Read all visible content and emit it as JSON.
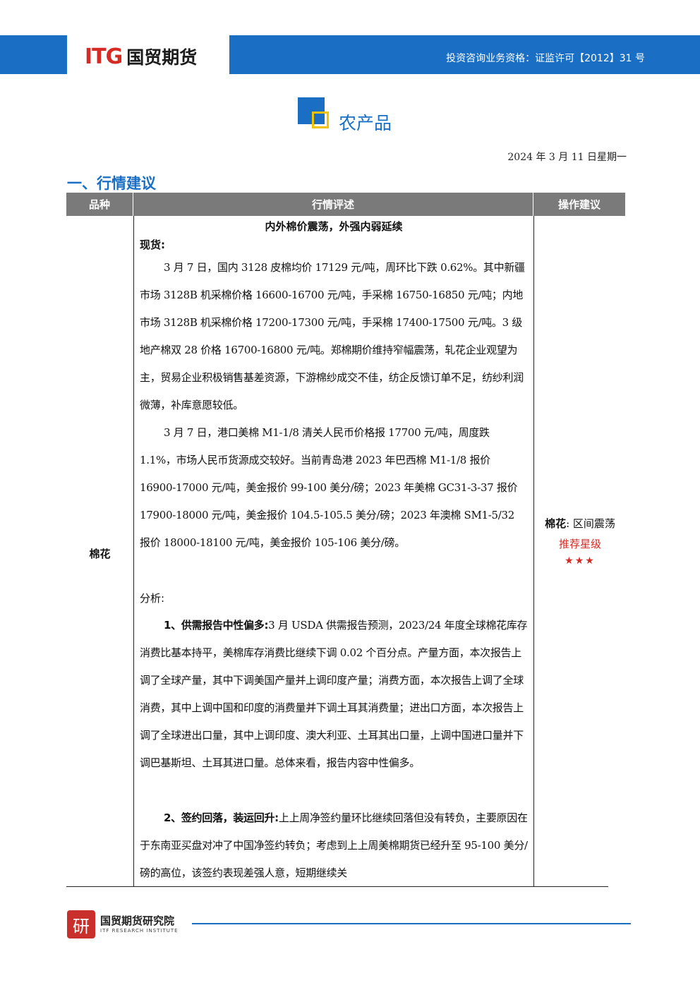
{
  "header": {
    "logo_itg": "ITG",
    "logo_cn": "国贸期货",
    "license": "投资咨询业务资格：证监许可【2012】31 号"
  },
  "section": {
    "title": "农产品"
  },
  "date": "2024 年 3 月 11 日星期一",
  "heading": "一、行情建议",
  "table": {
    "headers": [
      "品种",
      "行情评述",
      "操作建议"
    ],
    "variety": "棉花",
    "title": "内外棉价震荡，外强内弱延续",
    "spot_label": "现货:",
    "spot_p1": "3 月 7 日，国内 3128 皮棉均价 17129 元/吨，周环比下跌 0.62%。其中新疆市场 3128B 机采棉价格 16600-16700 元/吨，手采棉 16750-16850 元/吨；内地市场 3128B 机采棉价格 17200-17300 元/吨，手采棉 17400-17500 元/吨。3 级地产棉双 28 价格 16700-16800 元/吨。郑棉期价维持窄幅震荡，轧花企业观望为主，贸易企业积极销售基差资源，下游棉纱成交不佳，纺企反馈订单不足，纺纱利润微薄，补库意愿较低。",
    "spot_p2": "3 月 7 日，港口美棉 M1-1/8 清关人民币价格报 17700 元/吨，周度跌 1.1%，市场人民币货源成交较好。当前青岛港 2023 年巴西棉 M1-1/8 报价 16900-17000 元/吨，美金报价 99-100 美分/磅；2023 年美棉 GC31-3-37 报价 17900-18000 元/吨，美金报价 104.5-105.5 美分/磅；2023 年澳棉 SM1-5/32 报价 18000-18100 元/吨，美金报价 105-106 美分/磅。",
    "analysis_label": "分析:",
    "a1_title": "1、供需报告中性偏多:",
    "a1_text": "3 月 USDA 供需报告预测，2023/24 年度全球棉花库存消费比基本持平，美棉库存消费比继续下调 0.02 个百分点。产量方面，本次报告上调了全球产量，其中下调美国产量并上调印度产量；消费方面，本次报告上调了全球消费，其中上调中国和印度的消费量并下调土耳其消费量；进出口方面，本次报告上调了全球进出口量，其中上调印度、澳大利亚、土耳其出口量，上调中国进口量并下调巴基斯坦、土耳其进口量。总体来看，报告内容中性偏多。",
    "a2_title": "2、签约回落，装运回升:",
    "a2_text": "上上周净签约量环比继续回落但没有转负，主要原因在于东南亚买盘对冲了中国净签约转负；考虑到上上周美棉期货已经升至 95-100 美分/磅的高位，该签约表现差强人意，短期继续关",
    "advice_variety": "棉花",
    "advice_text": ": 区间震荡",
    "star_label": "推荐星级",
    "stars": "★★★"
  },
  "footer": {
    "seal": "研",
    "name_cn": "国贸期货研究院",
    "name_en": "ITF RESEARCH INSTITUTE"
  }
}
